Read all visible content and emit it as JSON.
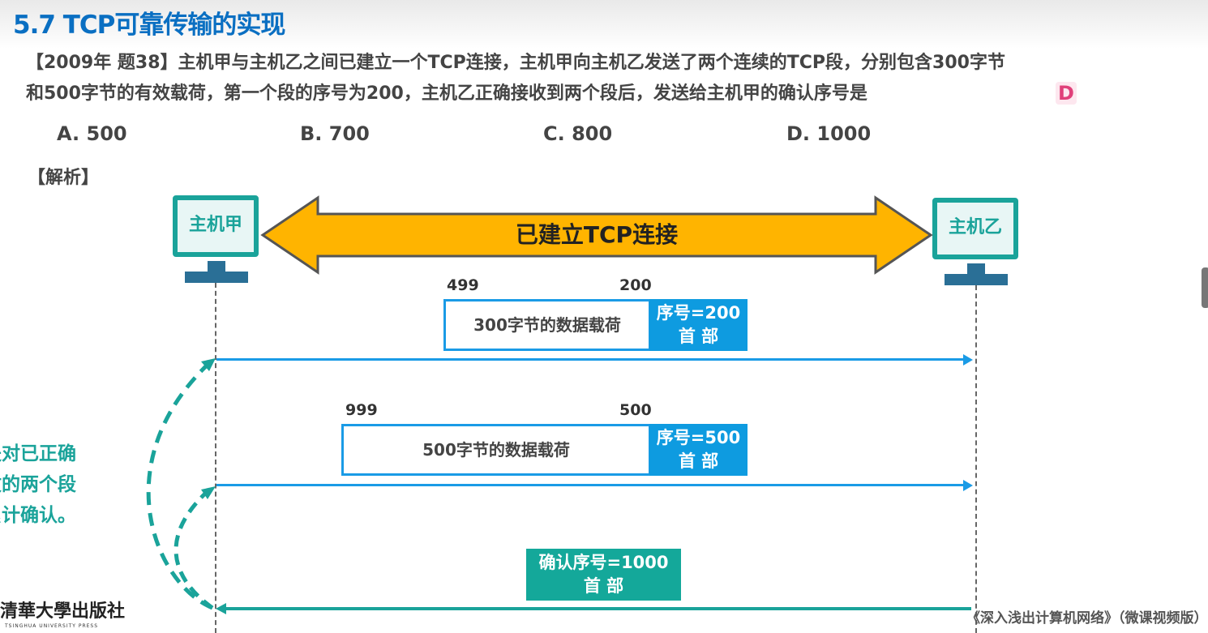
{
  "title": "5.7 TCP可靠传输的实现",
  "question": {
    "line1": "【2009年 题38】主机甲与主机乙之间已建立一个TCP连接，主机甲向主机乙发送了两个连续的TCP段，分别包含300字节",
    "line2": "和500字节的有效载荷，第一个段的序号为200，主机乙正确接收到两个段后，发送给主机甲的确认序号是",
    "answer": "D"
  },
  "options": [
    "A. 500",
    "B. 700",
    "C. 800",
    "D. 1000"
  ],
  "analysis_label": "【解析】",
  "diagram": {
    "host_a": "主机甲",
    "host_b": "主机乙",
    "connection": "已建立TCP连接",
    "seg1": {
      "end": "499",
      "start": "200",
      "payload": "300字节的数据载荷",
      "seq": "序号=200",
      "header": "首 部"
    },
    "seg2": {
      "end": "999",
      "start": "500",
      "payload": "500字节的数据载荷",
      "seq": "序号=500",
      "header": "首 部"
    },
    "ack": {
      "seq": "确认序号=1000",
      "header": "首 部"
    },
    "note": [
      "这是对已正确",
      "接收的两个段",
      "的累计确认。"
    ]
  },
  "footer": {
    "publisher": "清華大學出版社",
    "publisher_en": "TSINGHUA UNIVERSITY PRESS",
    "book": "《深入浅出计算机网络》（微课视频版）"
  },
  "colors": {
    "title": "#0a6fc2",
    "teal": "#1aa39a",
    "blue": "#1a9be6",
    "orange": "#ffb400"
  }
}
